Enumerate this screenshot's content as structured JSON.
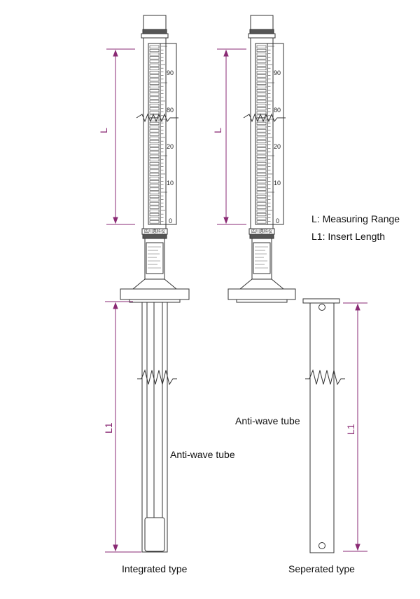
{
  "legend": {
    "measuring_range": "L: Measuring Range",
    "insert_length": "L1: Insert Length"
  },
  "dimension_labels": {
    "range": "L",
    "insert": "L1"
  },
  "scale_ticks": [
    "90",
    "80",
    "20",
    "10",
    "0"
  ],
  "nameplate_text": "四川惠科仪",
  "labels": {
    "anti_wave_tube_integrated": "Anti-wave tube",
    "anti_wave_tube_separated": "Anti-wave tube"
  },
  "captions": {
    "integrated": "Integrated type",
    "separated": "Seperated type"
  },
  "colors": {
    "dimension_line": "#8a2a74",
    "outline": "#333333",
    "background": "#ffffff"
  }
}
